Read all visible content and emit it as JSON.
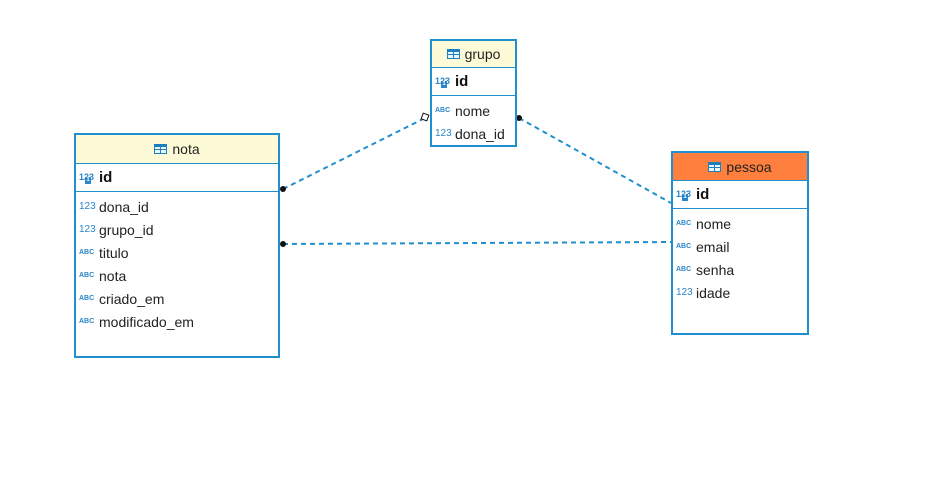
{
  "entities": {
    "grupo": {
      "title": "grupo",
      "pk": {
        "name": "id",
        "icon": "123"
      },
      "columns": [
        {
          "name": "nome",
          "icon": "ABC"
        },
        {
          "name": "dona_id",
          "icon": "123"
        }
      ]
    },
    "nota": {
      "title": "nota",
      "pk": {
        "name": "id",
        "icon": "123"
      },
      "columns": [
        {
          "name": "dona_id",
          "icon": "123"
        },
        {
          "name": "grupo_id",
          "icon": "123"
        },
        {
          "name": "titulo",
          "icon": "ABC"
        },
        {
          "name": "nota",
          "icon": "ABC"
        },
        {
          "name": "criado_em",
          "icon": "ABC"
        },
        {
          "name": "modificado_em",
          "icon": "ABC"
        }
      ]
    },
    "pessoa": {
      "title": "pessoa",
      "pk": {
        "name": "id",
        "icon": "123"
      },
      "columns": [
        {
          "name": "nome",
          "icon": "ABC"
        },
        {
          "name": "email",
          "icon": "ABC"
        },
        {
          "name": "senha",
          "icon": "ABC"
        },
        {
          "name": "idade",
          "icon": "123"
        }
      ]
    }
  },
  "colors": {
    "border": "#1f8fcf",
    "header_default": "#fdfbd7",
    "header_selected": "#ff7f3f",
    "link": "#1f8fcf"
  },
  "relationships": [
    {
      "from": "nota",
      "to": "grupo"
    },
    {
      "from": "grupo",
      "to": "pessoa"
    },
    {
      "from": "nota",
      "to": "pessoa"
    }
  ]
}
